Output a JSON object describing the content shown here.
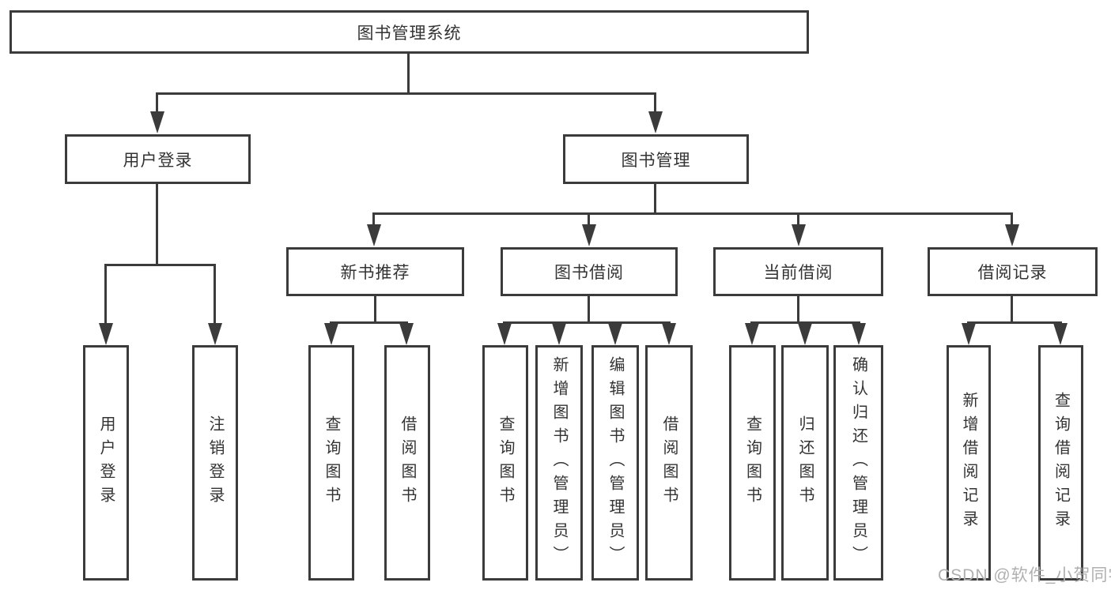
{
  "diagram": {
    "root": {
      "label": "图书管理系统"
    },
    "level2": [
      {
        "label": "用户登录"
      },
      {
        "label": "图书管理"
      }
    ],
    "level3": [
      {
        "label": "新书推荐"
      },
      {
        "label": "图书借阅"
      },
      {
        "label": "当前借阅"
      },
      {
        "label": "借阅记录"
      }
    ],
    "leaves": {
      "login": [
        {
          "label": "用户登录"
        },
        {
          "label": "注销登录"
        }
      ],
      "newbook": [
        {
          "label": "查询图书"
        },
        {
          "label": "借阅图书"
        }
      ],
      "borrow": [
        {
          "label": "查询图书"
        },
        {
          "label": "新增图书（管理员）"
        },
        {
          "label": "编辑图书（管理员）"
        },
        {
          "label": "借阅图书"
        }
      ],
      "current": [
        {
          "label": "查询图书"
        },
        {
          "label": "归还图书"
        },
        {
          "label": "确认归还（管理员）"
        }
      ],
      "records": [
        {
          "label": "新增借阅记录"
        },
        {
          "label": "查询借阅记录"
        }
      ]
    }
  },
  "watermark": {
    "text": "CSDN @软件_小贺同学"
  },
  "colors": {
    "line": "#3b3b3b",
    "text": "#333333",
    "watermark": "#b0b0b0",
    "background": "#ffffff"
  }
}
